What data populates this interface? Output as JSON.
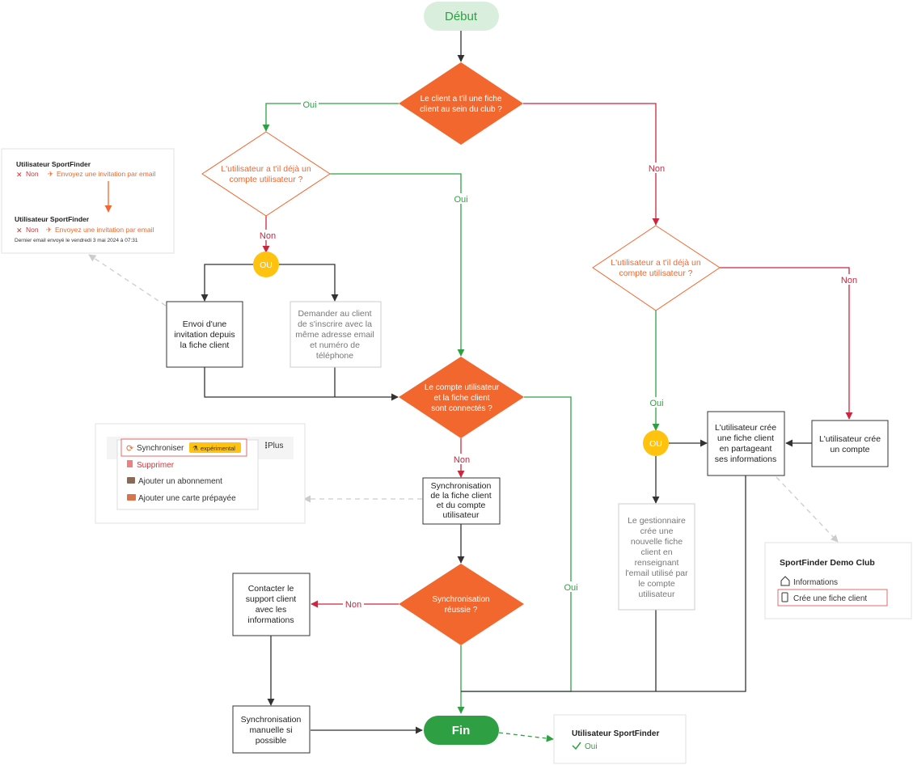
{
  "start": "Début",
  "end": "Fin",
  "q_client_fiche": [
    "Le client a t'il une fiche",
    "client au sein du club ?"
  ],
  "q_user_account_left": [
    "L'utilisateur a t'il déjà un",
    "compte utilisateur ?"
  ],
  "q_user_account_right": [
    "L'utilisateur a t'il déjà un",
    "compte utilisateur ?"
  ],
  "q_connected": [
    "Le compte utilisateur",
    "et la fiche client",
    "sont connectés ?"
  ],
  "q_sync_ok": [
    "Synchronisation",
    "réussie ?"
  ],
  "or_label": "OU",
  "box_invitation": [
    "Envoi d'une",
    "invitation depuis",
    "la fiche client"
  ],
  "box_ask_client": [
    "Demander au client",
    "de s'inscrire avec la",
    "même adresse email",
    "et numéro de",
    "téléphone"
  ],
  "box_sync": [
    "Synchronisation",
    "de la fiche client",
    "et du compte",
    "utilisateur"
  ],
  "box_contact_support": [
    "Contacter le",
    "support client",
    "avec les",
    "informations"
  ],
  "box_manual_sync": [
    "Synchronisation",
    "manuelle si",
    "possible"
  ],
  "box_manager_creates": [
    "Le gestionnaire",
    "crée une",
    "nouvelle fiche",
    "client en",
    "renseignant",
    "l'email utilisé par",
    "le compte",
    "utilisateur"
  ],
  "box_user_creates_fiche": [
    "L'utilisateur crée",
    "une fiche client",
    "en partageant",
    "ses informations"
  ],
  "box_user_creates_account": [
    "L'utilisateur crée",
    "un compte"
  ],
  "edges": {
    "oui": "Oui",
    "non": "Non"
  },
  "panel_sportfinder": {
    "title1": "Utilisateur SportFinder",
    "status1": "Non",
    "invite1": "Envoyez une invitation par email",
    "title2": "Utilisateur SportFinder",
    "status2": "Non",
    "invite2": "Envoyez une invitation par email",
    "last_email": "Dernier email envoyé le vendredi 3 mai 2024 à 07:31"
  },
  "panel_menu": {
    "sync": "Synchroniser",
    "badge": "expérimental",
    "plus": "Plus",
    "delete": "Supprimer",
    "add_subscription": "Ajouter un abonnement",
    "add_prepaid": "Ajouter une carte prépayée"
  },
  "panel_club": {
    "title": "SportFinder Demo Club",
    "info": "Informations",
    "create": "Crée une fiche client"
  },
  "panel_final": {
    "title": "Utilisateur SportFinder",
    "status": "Oui"
  },
  "colors": {
    "orange": "#f2672d",
    "green": "#2ea043",
    "red": "#c9283e",
    "yellow": "#ffc20e",
    "start_bg": "#d9eedd",
    "gray_border": "#cccccc"
  }
}
